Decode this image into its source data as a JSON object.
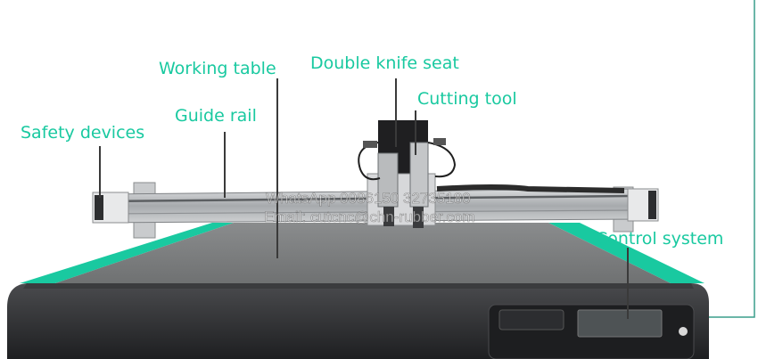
{
  "colors": {
    "accent": "#19c9a0",
    "frame": "#3a9e8c",
    "table_surface": "#7d7f80",
    "body_dark": "#2a2b2d"
  },
  "labels": {
    "working_table": "Working table",
    "double_knife_seat": "Double knife seat",
    "cutting_tool": "Cutting tool",
    "guide_rail": "Guide rail",
    "safety_devices": "Safety devices",
    "control_system": "Control system"
  },
  "watermark": {
    "line1": "WhatsApp 0086150 32735180",
    "line2": "Email: cutcnc@chn-rubber.com"
  }
}
